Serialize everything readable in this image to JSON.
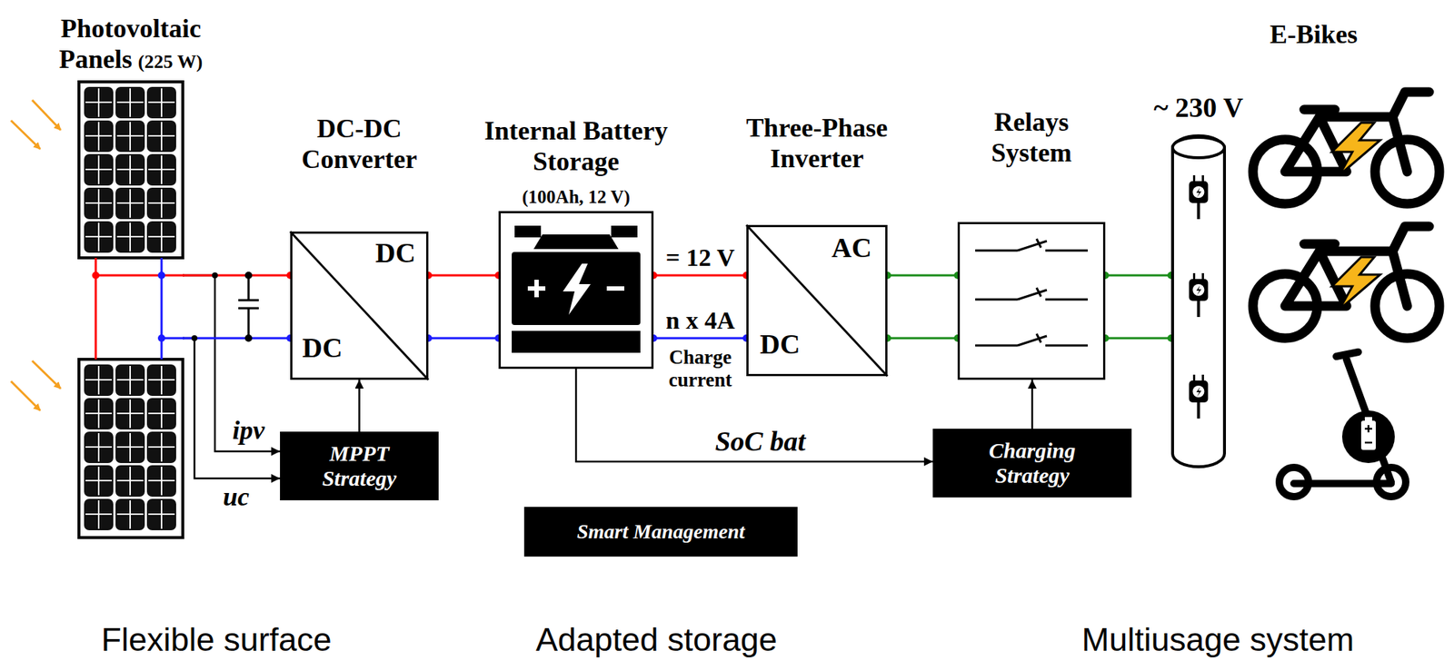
{
  "diagram": {
    "nodes": [
      {
        "text": [
          "Photovoltaic Panels",
          "(225 W)"
        ]
      },
      {
        "text": [
          "DC-DC Converter",
          "DC",
          "DC"
        ]
      },
      {
        "text": [
          "Internal Battery Storage",
          "(100Ah, 12 V)"
        ]
      },
      {
        "text": [
          "Three-Phase Inverter",
          "AC",
          "DC"
        ]
      },
      {
        "text": [
          "Relays System"
        ]
      },
      {
        "text": [
          "~ 230 V"
        ]
      },
      {
        "text": [
          "E-Bikes"
        ]
      },
      {
        "text": [
          "MPPT Strategy"
        ]
      },
      {
        "text": [
          "Charging Strategy"
        ]
      },
      {
        "text": [
          "Smart Management"
        ]
      }
    ],
    "edges": [
      {
        "from": 0,
        "to": 1,
        "arrow": "none"
      },
      {
        "from": 0,
        "to": 1,
        "arrow": "none"
      },
      {
        "from": 1,
        "to": 2,
        "arrow": "none"
      },
      {
        "from": 1,
        "to": 2,
        "arrow": "none"
      },
      {
        "from": 2,
        "to": 3,
        "label": "= 12 V",
        "arrow": "none"
      },
      {
        "from": 2,
        "to": 3,
        "label": "n x 4A",
        "arrow": "none"
      },
      {
        "from": 3,
        "to": 4,
        "arrow": "none"
      },
      {
        "from": 3,
        "to": 4,
        "arrow": "none"
      },
      {
        "from": 4,
        "to": 5,
        "arrow": "none"
      },
      {
        "from": 4,
        "to": 5,
        "arrow": "none"
      },
      {
        "from": 0,
        "to": 7,
        "label": "ipv",
        "arrow": "to"
      },
      {
        "from": 0,
        "to": 7,
        "label": "uc",
        "arrow": "to"
      },
      {
        "from": 7,
        "to": 1,
        "arrow": "to"
      },
      {
        "from": 2,
        "to": 8,
        "label": "SoC bat",
        "arrow": "to"
      },
      {
        "from": 8,
        "to": 4,
        "arrow": "to"
      }
    ],
    "labels": [
      "Charge current",
      "Flexible surface",
      "Adapted storage",
      "Multiusage system"
    ]
  }
}
